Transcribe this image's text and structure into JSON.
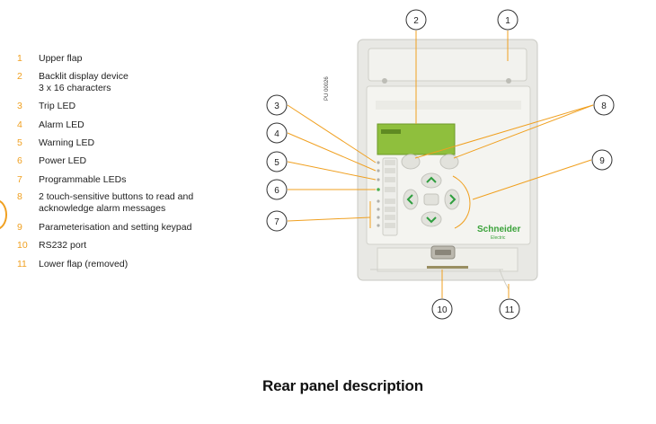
{
  "legend": [
    {
      "num": "1",
      "lines": [
        "Upper flap"
      ]
    },
    {
      "num": "2",
      "lines": [
        "Backlit display device",
        "3 x 16 characters"
      ]
    },
    {
      "num": "3",
      "lines": [
        "Trip LED"
      ]
    },
    {
      "num": "4",
      "lines": [
        "Alarm LED"
      ]
    },
    {
      "num": "5",
      "lines": [
        "Warning LED"
      ]
    },
    {
      "num": "6",
      "lines": [
        "Power LED"
      ]
    },
    {
      "num": "7",
      "lines": [
        "Programmable LEDs"
      ]
    },
    {
      "num": "8",
      "lines": [
        "2 touch-sensitive buttons to read and",
        "acknowledge alarm messages"
      ]
    },
    {
      "num": "9",
      "lines": [
        "Parameterisation and setting keypad"
      ]
    },
    {
      "num": "10",
      "lines": [
        "RS232 port"
      ]
    },
    {
      "num": "11",
      "lines": [
        "Lower flap (removed)"
      ]
    }
  ],
  "callouts": [
    "1",
    "2",
    "3",
    "4",
    "5",
    "6",
    "7",
    "8",
    "9",
    "10",
    "11"
  ],
  "brand": {
    "name": "Schneider",
    "sub": "Electric"
  },
  "photo_ref": "PU 00026",
  "caption": "Rear panel description",
  "colors": {
    "accent": "#f0a020",
    "callout_border": "#333333",
    "display": "#9cc544",
    "brand": "#3aa23a"
  }
}
